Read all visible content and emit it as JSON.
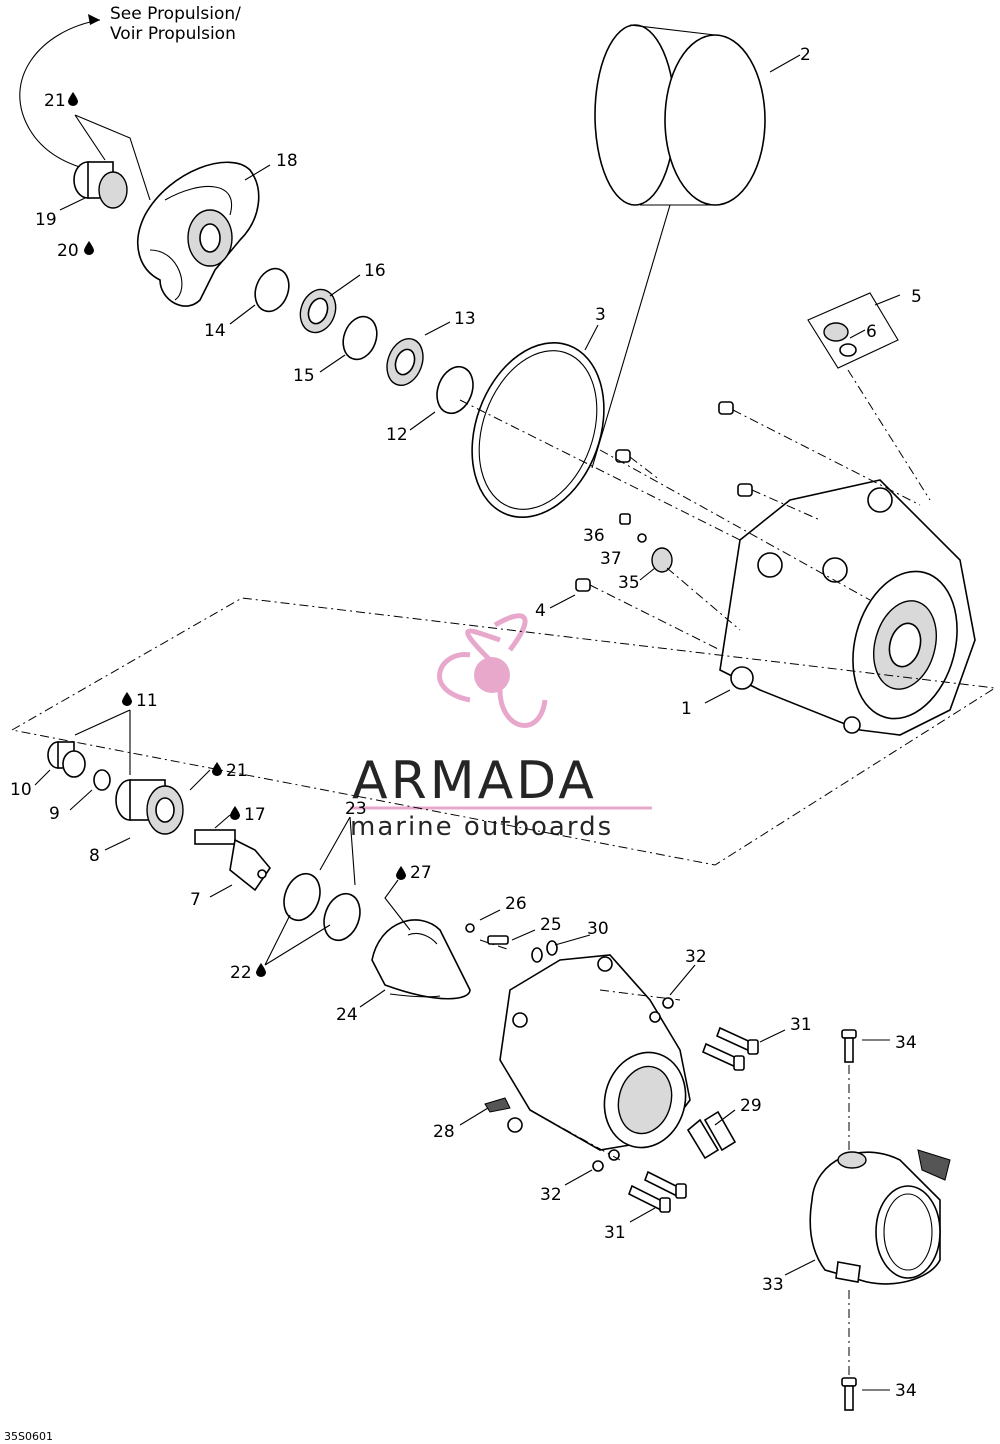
{
  "reference": {
    "line1": "See Propulsion/",
    "line2": "Voir Propulsion"
  },
  "watermark": {
    "brand": "ARMADA",
    "tagline": "marine outboards",
    "accent_color": "#e59ac4"
  },
  "drawing_code": "35S0601",
  "callouts": {
    "c1": "1",
    "c2": "2",
    "c3": "3",
    "c4": "4",
    "c5": "5",
    "c6": "6",
    "c7": "7",
    "c8": "8",
    "c9": "9",
    "c10": "10",
    "c11": "11",
    "c12": "12",
    "c13": "13",
    "c14": "14",
    "c15": "15",
    "c16": "16",
    "c17": "17",
    "c18": "18",
    "c19": "19",
    "c20": "20",
    "c21a": "21",
    "c21b": "21",
    "c22": "22",
    "c23": "23",
    "c24": "24",
    "c25": "25",
    "c26": "26",
    "c27": "27",
    "c28": "28",
    "c29": "29",
    "c30": "30",
    "c31a": "31",
    "c31b": "31",
    "c32a": "32",
    "c32b": "32",
    "c33": "33",
    "c34a": "34",
    "c34b": "34",
    "c35": "35",
    "c36": "36",
    "c37": "37"
  }
}
